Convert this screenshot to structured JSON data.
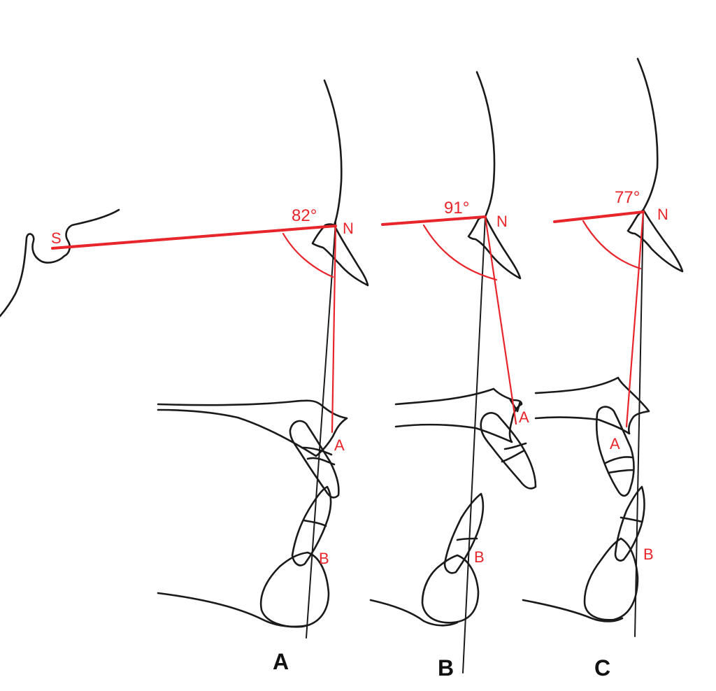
{
  "colors": {
    "tracing": "#1a1a1a",
    "measurement": "#e8252a",
    "background": "#ffffff"
  },
  "landmarks": {
    "sella": "S",
    "nasion": "N",
    "point_a": "A",
    "point_b": "B"
  },
  "panels": [
    {
      "label": "A",
      "angle": "82°"
    },
    {
      "label": "B",
      "angle": "91°"
    },
    {
      "label": "C",
      "angle": "77°"
    }
  ]
}
